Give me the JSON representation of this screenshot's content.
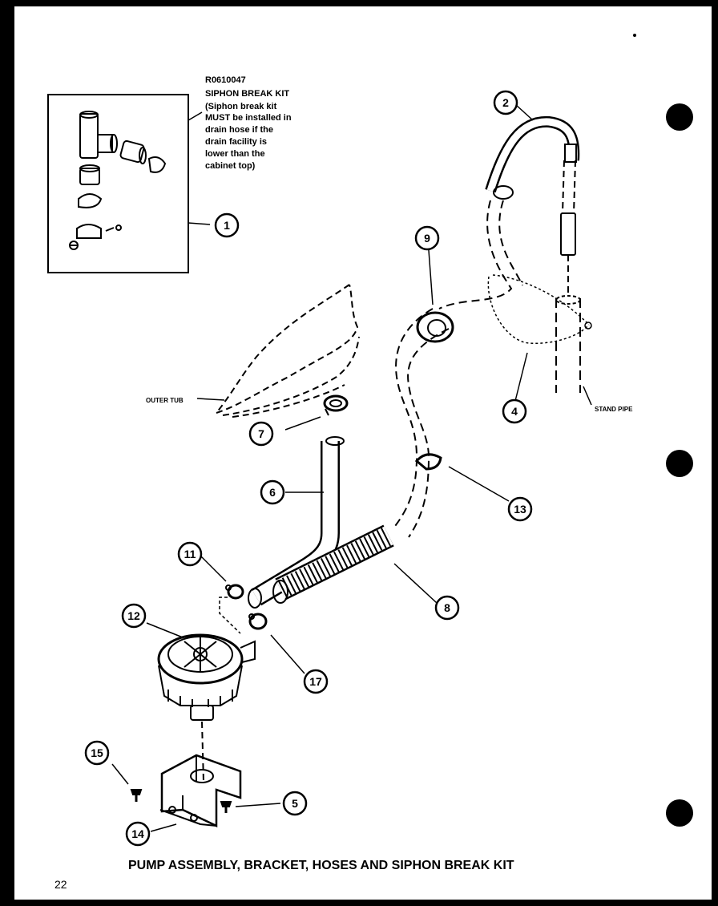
{
  "kit": {
    "part_number": "R0610047",
    "lines": [
      "SIPHON BREAK KIT",
      "(Siphon break kit",
      "MUST be installed in",
      "drain hose if the",
      "drain facility is",
      "lower than the",
      "cabinet top)"
    ]
  },
  "labels": {
    "outer_tub": "OUTER TUB",
    "stand_pipe": "STAND PIPE"
  },
  "callouts": [
    "1",
    "2",
    "4",
    "5",
    "6",
    "7",
    "8",
    "9",
    "11",
    "12",
    "13",
    "14",
    "15",
    "17"
  ],
  "title": "PUMP ASSEMBLY, BRACKET, HOSES AND SIPHON BREAK KIT",
  "page_number": "22"
}
